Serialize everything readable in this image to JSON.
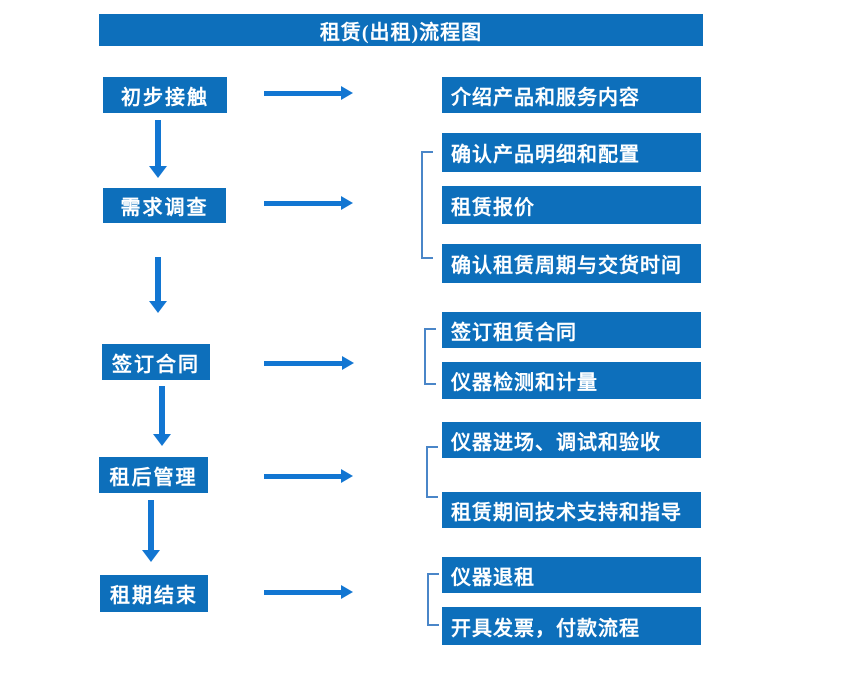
{
  "title": "租赁(出租)流程图",
  "colors": {
    "box_fill": "#0d6fbb",
    "arrow": "#1276d2",
    "bracket": "#4a86c8",
    "box_text": "#ffffff",
    "background": "#ffffff"
  },
  "steps": [
    {
      "label": "初步接触",
      "details": [
        "介绍产品和服务内容"
      ]
    },
    {
      "label": "需求调查",
      "details": [
        "确认产品明细和配置",
        "租赁报价",
        "确认租赁周期与交货时间"
      ]
    },
    {
      "label": "签订合同",
      "details": [
        "签订租赁合同",
        "仪器检测和计量"
      ]
    },
    {
      "label": "租后管理",
      "details": [
        "仪器进场、调试和验收",
        "租赁期间技术支持和指导"
      ]
    },
    {
      "label": "租期结束",
      "details": [
        "仪器退租",
        "开具发票，付款流程"
      ]
    }
  ]
}
